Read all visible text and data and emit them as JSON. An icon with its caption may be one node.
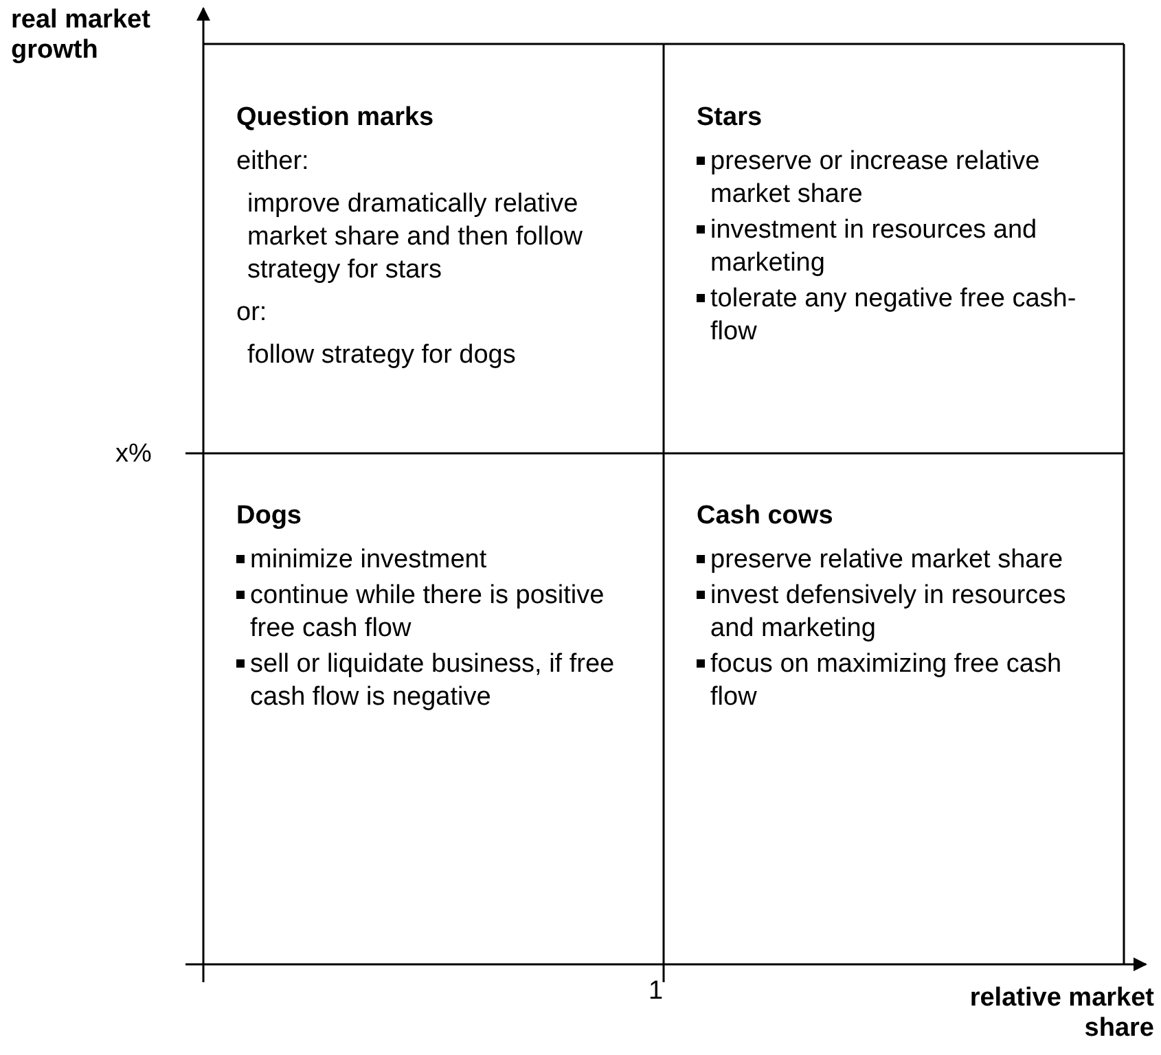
{
  "diagram": {
    "nodes": [
      {
        "text": [
          "Question marks",
          "either:",
          "improve dramatically relative market share and then follow strategy for stars",
          "or:",
          "follow strategy for dogs"
        ]
      },
      {
        "text": [
          "Stars",
          "preserve or increase relative market share",
          "investment in resources and marketing",
          "tolerate any negative free cash-flow"
        ]
      },
      {
        "text": [
          "Dogs",
          "minimize investment",
          "continue while there is positive free cash flow",
          "sell or liquidate business, if free cash flow is negative"
        ]
      },
      {
        "text": [
          "Cash cows",
          "preserve relative market share",
          "invest defensively in resources and marketing",
          "focus on maximizing free cash flow"
        ]
      }
    ],
    "edges": [],
    "labels": [
      "real market growth",
      "x%",
      "1",
      "relative market share"
    ]
  }
}
